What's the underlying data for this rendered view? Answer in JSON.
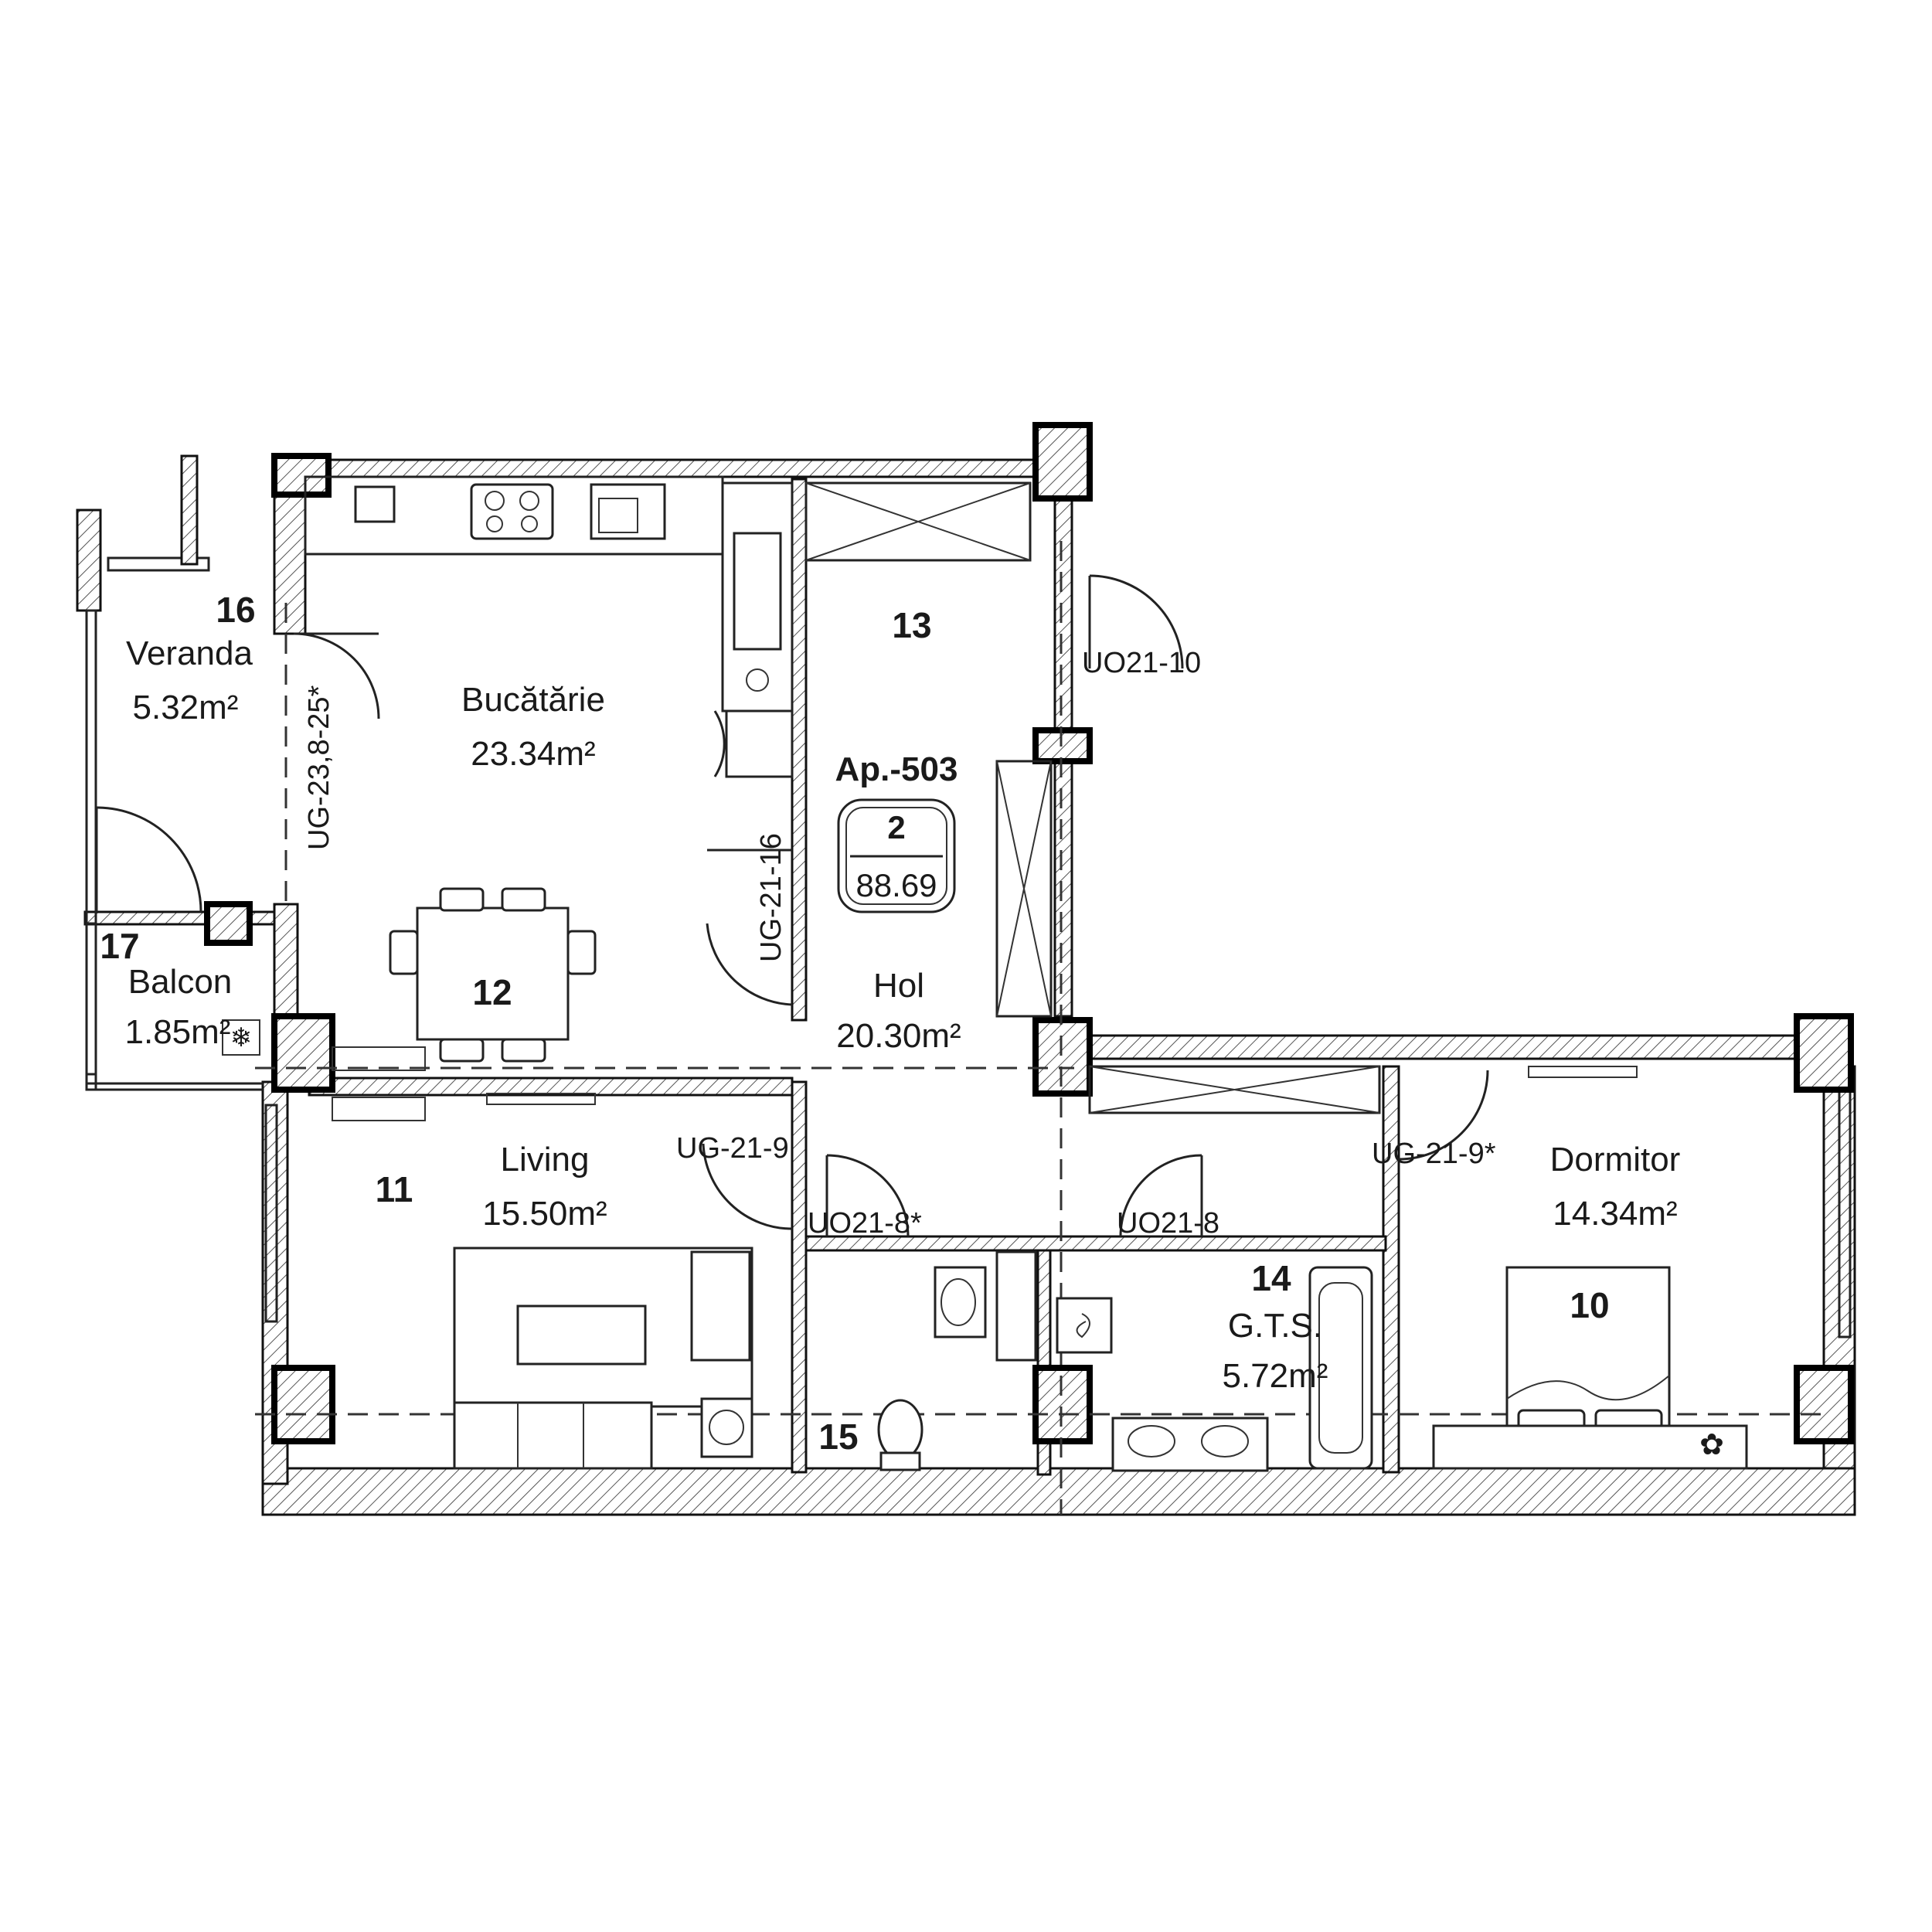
{
  "apartment": {
    "code": "Ap.-503",
    "rooms_count": "2",
    "total_area": "88.69"
  },
  "rooms": [
    {
      "id": "r16",
      "number": "16",
      "name": "Veranda",
      "area": "5.32m²"
    },
    {
      "id": "r17",
      "number": "17",
      "name": "Balcon",
      "area": "1.85m²"
    },
    {
      "id": "r12",
      "number": "12",
      "name": "Bucătărie",
      "area": "23.34m²"
    },
    {
      "id": "r13",
      "number": "13",
      "name": "Hol",
      "area": "20.30m²"
    },
    {
      "id": "r11",
      "number": "11",
      "name": "Living",
      "area": "15.50m²"
    },
    {
      "id": "r14",
      "number": "14",
      "name": "G.T.S.",
      "area": "5.72m²"
    },
    {
      "id": "r15",
      "number": "15",
      "name": "",
      "area": ""
    },
    {
      "id": "r10",
      "number": "10",
      "name": "Dormitor",
      "area": "14.34m²"
    }
  ],
  "door_labels": {
    "veranda_door": "UG-23,8-25*",
    "hall_kitchen": "UG-21-16",
    "entrance": "UO21-10",
    "living_door": "UG-21-9",
    "wc_door": "UO21-8*",
    "bath_door": "UO21-8",
    "bedroom_door": "UG-21-9*"
  },
  "icons": {
    "ac_unit": "snowflake-icon",
    "bedroom_plant": "flower-icon"
  }
}
